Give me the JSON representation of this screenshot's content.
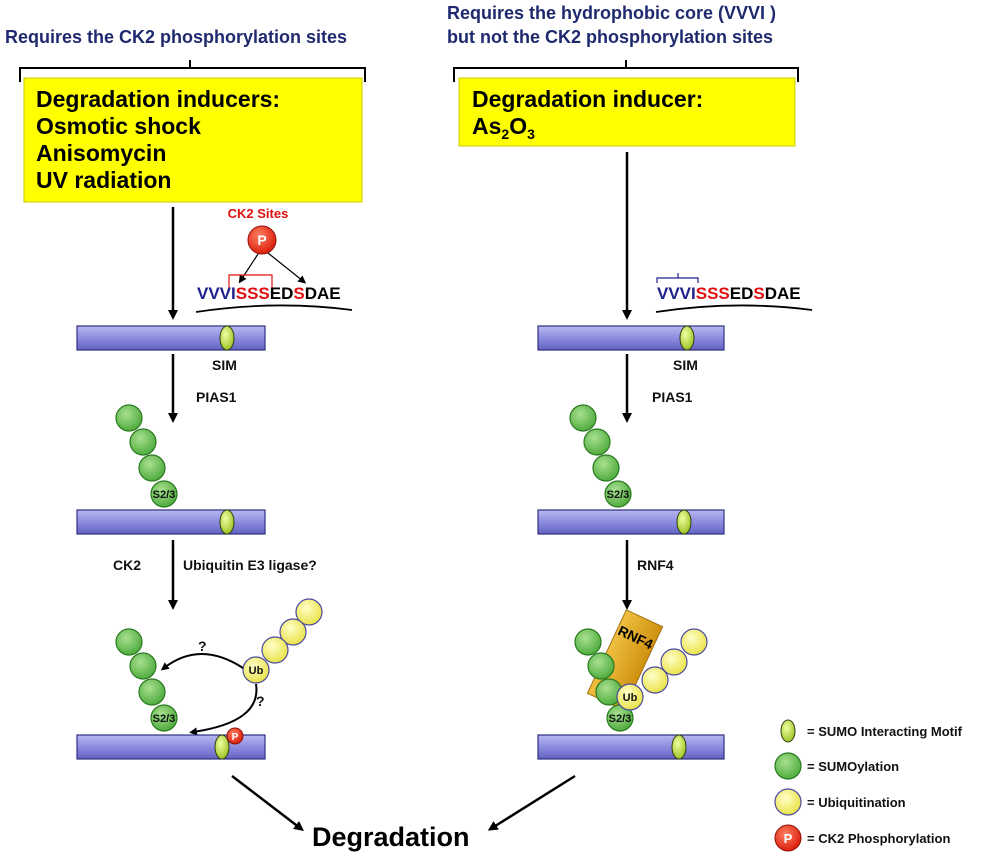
{
  "left": {
    "header": "Requires the CK2 phosphorylation sites",
    "box_lines": [
      "Degradation inducers:",
      "Osmotic shock",
      "Anisomycin",
      "UV radiation"
    ],
    "ck2_sites_label": "CK2 Sites",
    "p_label": "P",
    "seq_hydrophobic": "VVVI",
    "seq_sss": "SSS",
    "seq_ed": "ED",
    "seq_s": "S",
    "seq_dae": "DAE",
    "sim_label": "SIM",
    "step1": "PIAS1",
    "sumo_label": "S2/3",
    "step2a": "CK2",
    "step2b": "Ubiquitin E3 ligase?",
    "question": "?",
    "ub_label": "Ub"
  },
  "right": {
    "header_line1": "Requires the hydrophobic core  (VVVI )",
    "header_line2": "but not the CK2 phosphorylation sites",
    "box_line1": "Degradation inducer:",
    "box_as": "As",
    "box_sub1": "2",
    "box_o": "O",
    "box_sub2": "3",
    "sim_label": "SIM",
    "step1": "PIAS1",
    "sumo_label": "S2/3",
    "step2": "RNF4",
    "rnf4_label": "RNF4",
    "ub_label": "Ub"
  },
  "degradation": "Degradation",
  "legend": [
    {
      "icon": "sim",
      "text": "= SUMO Interacting Motif"
    },
    {
      "icon": "sumo",
      "text": "= SUMOylation"
    },
    {
      "icon": "ubiquitin",
      "text": "= Ubiquitination"
    },
    {
      "icon": "phospho",
      "text": "= CK2 Phosphorylation"
    }
  ],
  "legend_p": "P",
  "colors": {
    "header": "#1f2a6e",
    "box": "#ffff00",
    "protein_bar": "#8c8ce0",
    "sumo": "#5cb84a",
    "ubiquitin": "#f4f060",
    "phospho": "#e8261a",
    "rnf4": "#e0a020",
    "ck2_red": "#e01010",
    "vvvi_blue": "#20208c"
  }
}
